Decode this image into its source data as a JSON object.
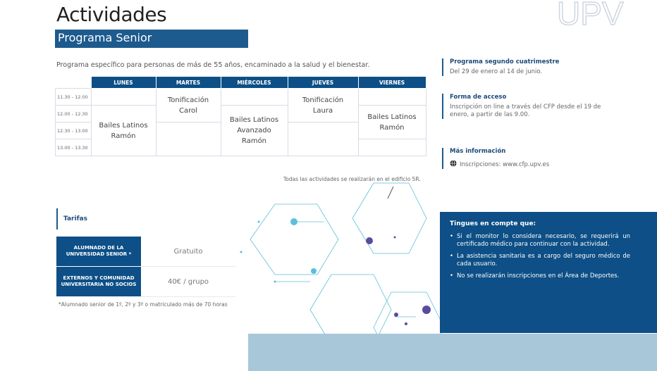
{
  "header": {
    "title": "Actividades",
    "banner": "Programa Senior",
    "logo_text": "UPV"
  },
  "intro": "Programa específico para personas de más de 55 años, encaminado a la salud y el bienestar.",
  "schedule": {
    "days": [
      "LUNES",
      "MARTES",
      "MIÉRCOLES",
      "JUEVES",
      "VIERNES"
    ],
    "times": [
      "11.30 - 12.00",
      "12.00 - 12.30",
      "12.30 - 13.00",
      "13.00 - 13.30"
    ],
    "activities": {
      "lunes": [
        "Bailes Latinos",
        "Ramón"
      ],
      "martes": [
        "Tonificación",
        "Carol"
      ],
      "miercoles": [
        "Bailes Latinos",
        "Avanzado",
        "Ramón"
      ],
      "jueves": [
        "Tonificación",
        "Laura"
      ],
      "viernes": [
        "Bailes Latinos",
        "Ramón"
      ]
    },
    "note": "Todas las actividades se realizarán en el edificio 5R."
  },
  "info": {
    "programa": {
      "heading": "Programa segundo cuatrimestre",
      "text": "Del 29 de enero al 14 de junio."
    },
    "acceso": {
      "heading": "Forma de acceso",
      "text": "Inscripción on line a través del CFP desde el 19 de enero, a partir de las 9.00."
    },
    "mas": {
      "heading": "Más información",
      "text": "Inscripciones: www.cfp.upv.es",
      "icon": "globe-icon"
    }
  },
  "tarifas": {
    "heading": "Tarifas",
    "rows": [
      {
        "label_1": "ALUMNADO DE LA",
        "label_2": "UNIVERSIDAD SENIOR *",
        "value": "Gratuito"
      },
      {
        "label_1": "EXTERNOS Y COMUNIDAD",
        "label_2": "UNIVERSITARIA NO SOCIOS",
        "value": "40€ / grupo"
      }
    ],
    "footnote": "*Alumnado senior de 1º, 2º y 3º o matriculado más de 70 horas"
  },
  "notice": {
    "heading": "Tingues en compte que:",
    "items": [
      "Si el monitor lo considera necesario, se requerirá un certificado médico para continuar con la actividad.",
      "La asistencia sanitaria es a cargo del seguro médico de cada usuario.",
      "No se realizarán inscripciones en el Área de Deportes."
    ]
  },
  "colors": {
    "primary": "#0d4f86",
    "accent_light": "#a8c8da",
    "decor_cyan": "#5bbfd8",
    "decor_purple": "#5a4b9c"
  }
}
